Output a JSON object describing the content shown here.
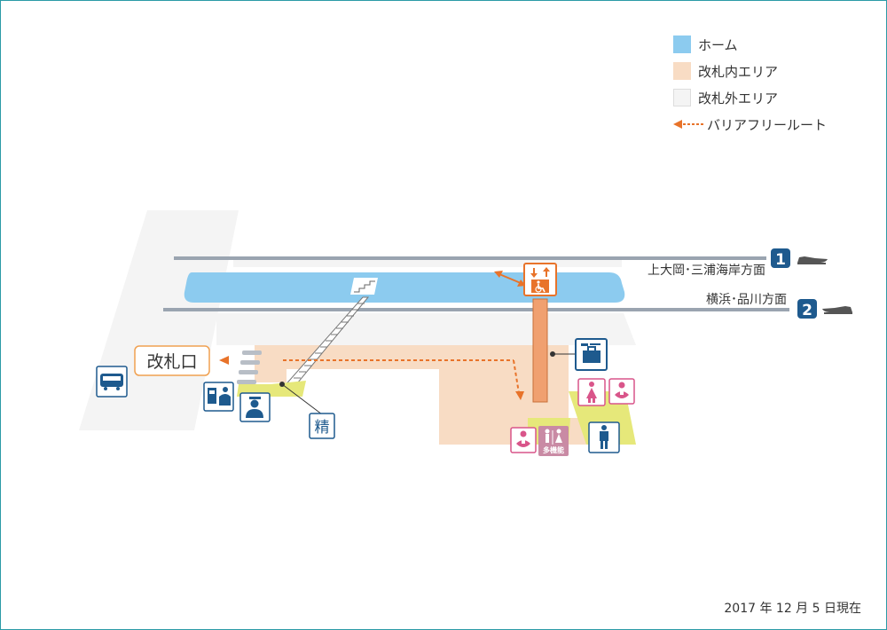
{
  "legend": {
    "items": [
      {
        "label": "ホーム",
        "color": "#8ccbef",
        "border": "#8ccbef"
      },
      {
        "label": "改札内エリア",
        "color": "#f8dcc4",
        "border": "#f8dcc4"
      },
      {
        "label": "改札外エリア",
        "color": "#f4f4f4",
        "border": "#dddddd"
      },
      {
        "label": "バリアフリールート",
        "color": "#e8732a",
        "border": "none"
      }
    ]
  },
  "tracks": [
    {
      "number": "1",
      "direction": "上大岡･三浦海岸方面"
    },
    {
      "number": "2",
      "direction": "横浜･品川方面"
    }
  ],
  "gate": {
    "label": "改札口"
  },
  "fare_adjust": {
    "label": "精"
  },
  "multipurpose": {
    "label": "多機能"
  },
  "date": "2017 年 12 月 5 日現在",
  "colors": {
    "platform": "#8ccbef",
    "inside_area": "#f8dcc4",
    "outside_area": "#f4f4f4",
    "route": "#e8732a",
    "station_blue": "#1e5a8e",
    "toilet_pink": "#d9558a",
    "yellow_area": "#e6e87a",
    "elevator": "#f0a070"
  },
  "icons": [
    "bus-icon",
    "ticket-machine-icon",
    "station-staff-icon",
    "elevator-icon",
    "locker-icon",
    "womens-toilet-icon",
    "baby-care-icon",
    "mens-toilet-icon",
    "train-icon"
  ]
}
